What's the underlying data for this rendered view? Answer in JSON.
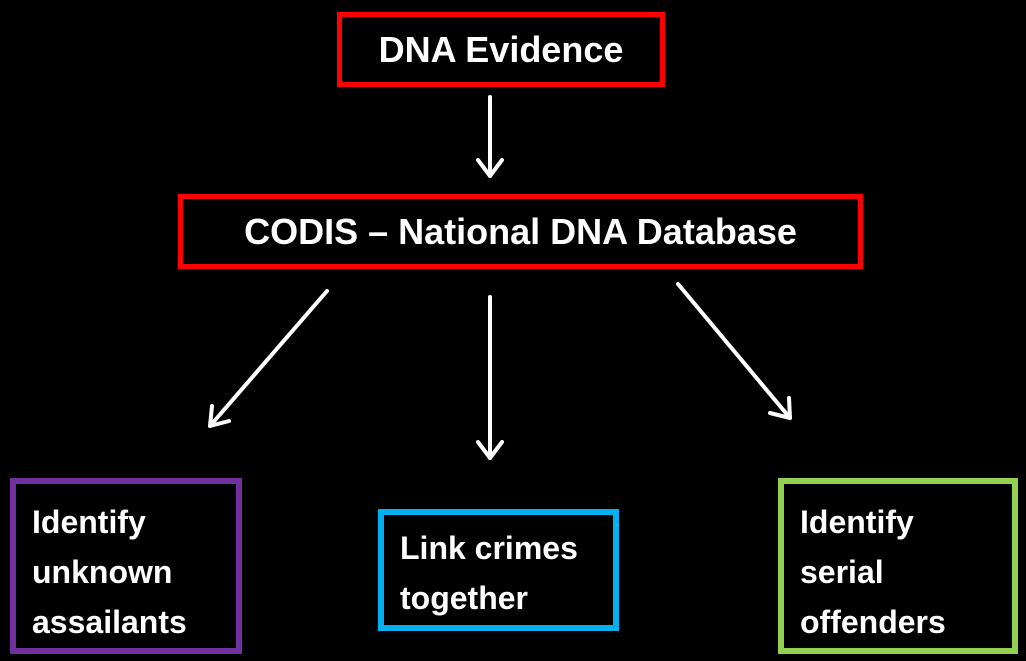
{
  "colors": {
    "background": "#000000",
    "text": "#ffffff",
    "arrow": "#ffffff",
    "source_border": "#ff0000",
    "database_border": "#ff0000",
    "left_border": "#7030a0",
    "center_border": "#00b0f0",
    "right_border": "#92d050"
  },
  "nodes": {
    "source": {
      "label": "DNA Evidence"
    },
    "database": {
      "label": "CODIS – National DNA Database"
    },
    "left": {
      "lines": [
        "Identify",
        "unknown",
        "assailants"
      ]
    },
    "center": {
      "lines": [
        "Link crimes",
        "together"
      ]
    },
    "right": {
      "lines": [
        "Identify",
        "serial",
        "offenders"
      ]
    }
  },
  "edges": [
    {
      "from": "source",
      "to": "database"
    },
    {
      "from": "database",
      "to": "left"
    },
    {
      "from": "database",
      "to": "center"
    },
    {
      "from": "database",
      "to": "right"
    }
  ]
}
